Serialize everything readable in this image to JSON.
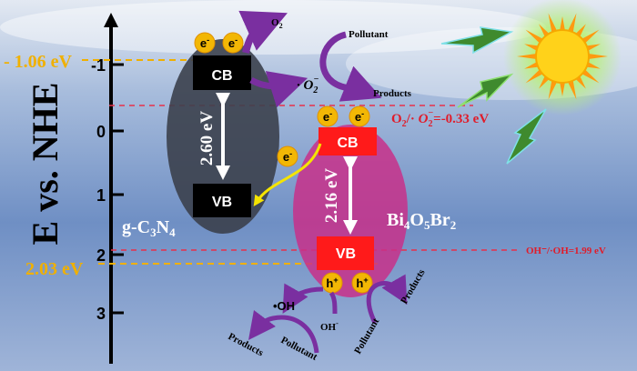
{
  "axis": {
    "title": "E vs. NHE",
    "ticks": [
      "-1",
      "0",
      "1",
      "2",
      "3"
    ]
  },
  "levels": {
    "gcn_cb": "- 1.06 eV",
    "gcn_vb": "2.03 eV",
    "o2_potential_pre": "O",
    "o2_potential_sub": "2",
    "o2_potential_mid": "/· ",
    "o2_potential_o": "O",
    "o2_potential_sub2": "2",
    "o2_potential_sup": "−",
    "o2_potential_post": "=-0.33 eV",
    "oh_potential": "OH⁻/·OH=1.99 eV"
  },
  "gcn": {
    "name_pre": "g-C",
    "name_sub1": "3",
    "name_mid": "N",
    "name_sub2": "4",
    "cb": "CB",
    "vb": "VB",
    "gap": "2.60 eV"
  },
  "bob": {
    "name_pre": "Bi",
    "name_sub1": "4",
    "name_mid1": "O",
    "name_sub2": "5",
    "name_mid2": "Br",
    "name_sub3": "2",
    "cb": "CB",
    "vb": "VB",
    "gap": "2.16 eV"
  },
  "carriers": {
    "electron": "e",
    "electron_sup": "-",
    "hole": "h",
    "hole_sup": "+"
  },
  "species": {
    "o2": "O",
    "o2_sub": "2",
    "superoxide": "· O",
    "superoxide_sub": "2",
    "superoxide_sup": "−",
    "pollutant": "Pollutant",
    "products": "Products",
    "oh_radical": "•OH",
    "oh_ion": "OH",
    "oh_ion_sup": "-"
  },
  "colors": {
    "gcn_body": "#3b404c",
    "bob_body": "#c8308a",
    "bob_band": "#ff1a1a",
    "carrier": "#f2b705",
    "reaction_arrow": "#7a2fa0",
    "yellow_level": "#f0b000",
    "red_level": "#e8304a",
    "lightning": "#3f8a2e",
    "sun": "#ffd21a"
  }
}
